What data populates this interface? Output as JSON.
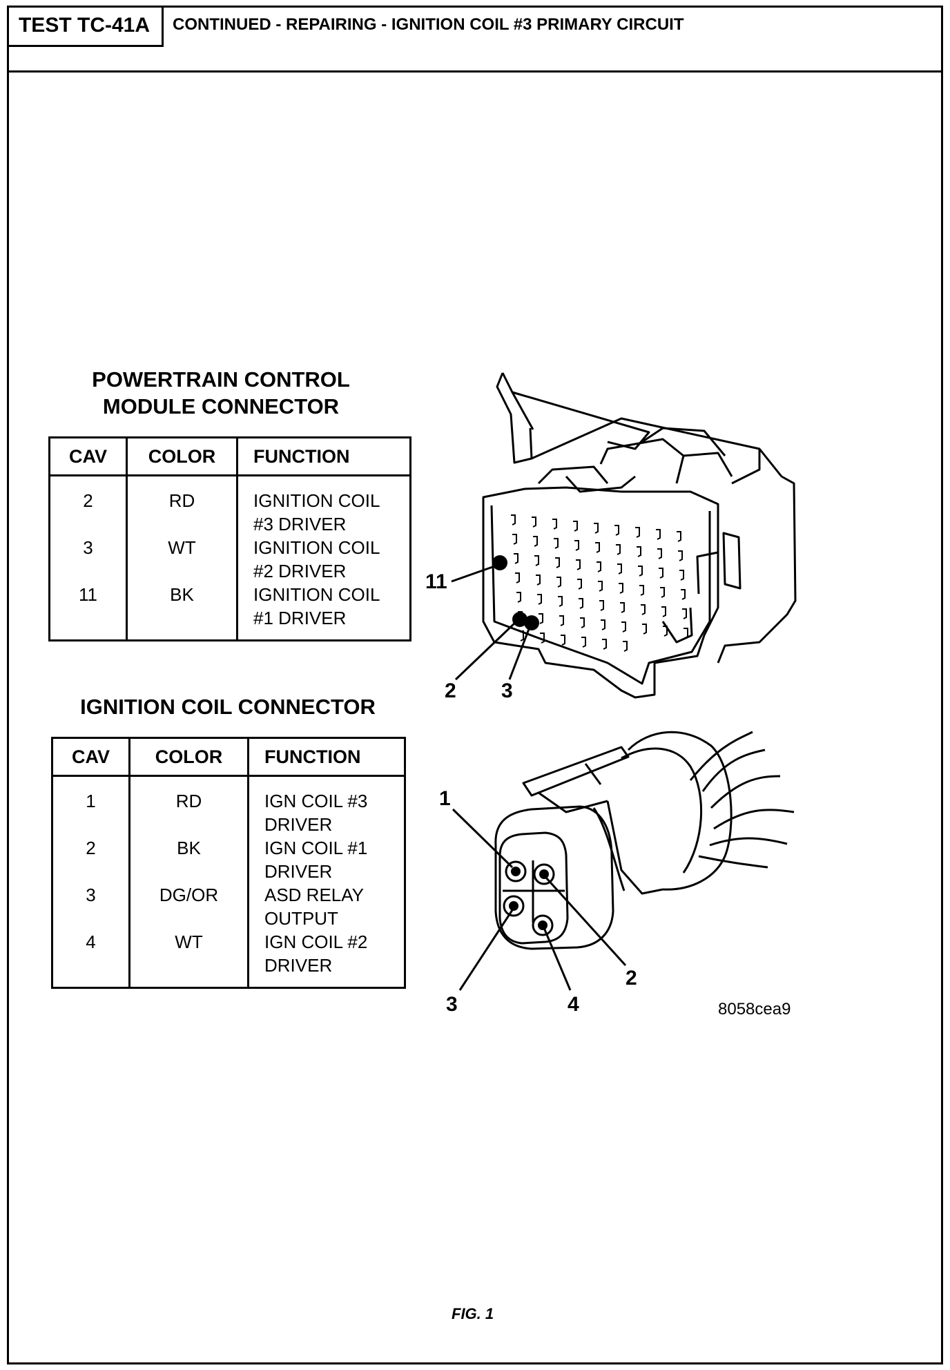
{
  "header": {
    "test_id": "TEST TC-41A",
    "title": "CONTINUED - REPAIRING - IGNITION COIL #3 PRIMARY CIRCUIT"
  },
  "pcm_connector": {
    "title": "POWERTRAIN CONTROL\nMODULE CONNECTOR",
    "columns": [
      "CAV",
      "COLOR",
      "FUNCTION"
    ],
    "rows": [
      {
        "cav": "2",
        "color": "RD",
        "function": "IGNITION COIL\n#3 DRIVER"
      },
      {
        "cav": "3",
        "color": "WT",
        "function": "IGNITION COIL\n#2 DRIVER"
      },
      {
        "cav": "11",
        "color": "BK",
        "function": "IGNITION COIL\n#1 DRIVER"
      }
    ],
    "callouts": [
      "11",
      "2",
      "3"
    ]
  },
  "coil_connector": {
    "title": "IGNITION COIL CONNECTOR",
    "columns": [
      "CAV",
      "COLOR",
      "FUNCTION"
    ],
    "rows": [
      {
        "cav": "1",
        "color": "RD",
        "function": "IGN COIL #3\nDRIVER"
      },
      {
        "cav": "2",
        "color": "BK",
        "function": "IGN COIL #1\nDRIVER"
      },
      {
        "cav": "3",
        "color": "DG/OR",
        "function": "ASD RELAY\nOUTPUT"
      },
      {
        "cav": "4",
        "color": "WT",
        "function": "IGN COIL #2\nDRIVER"
      }
    ],
    "callouts": [
      "1",
      "2",
      "3",
      "4"
    ]
  },
  "figure_id": "8058cea9",
  "figure_caption": "FIG. 1"
}
